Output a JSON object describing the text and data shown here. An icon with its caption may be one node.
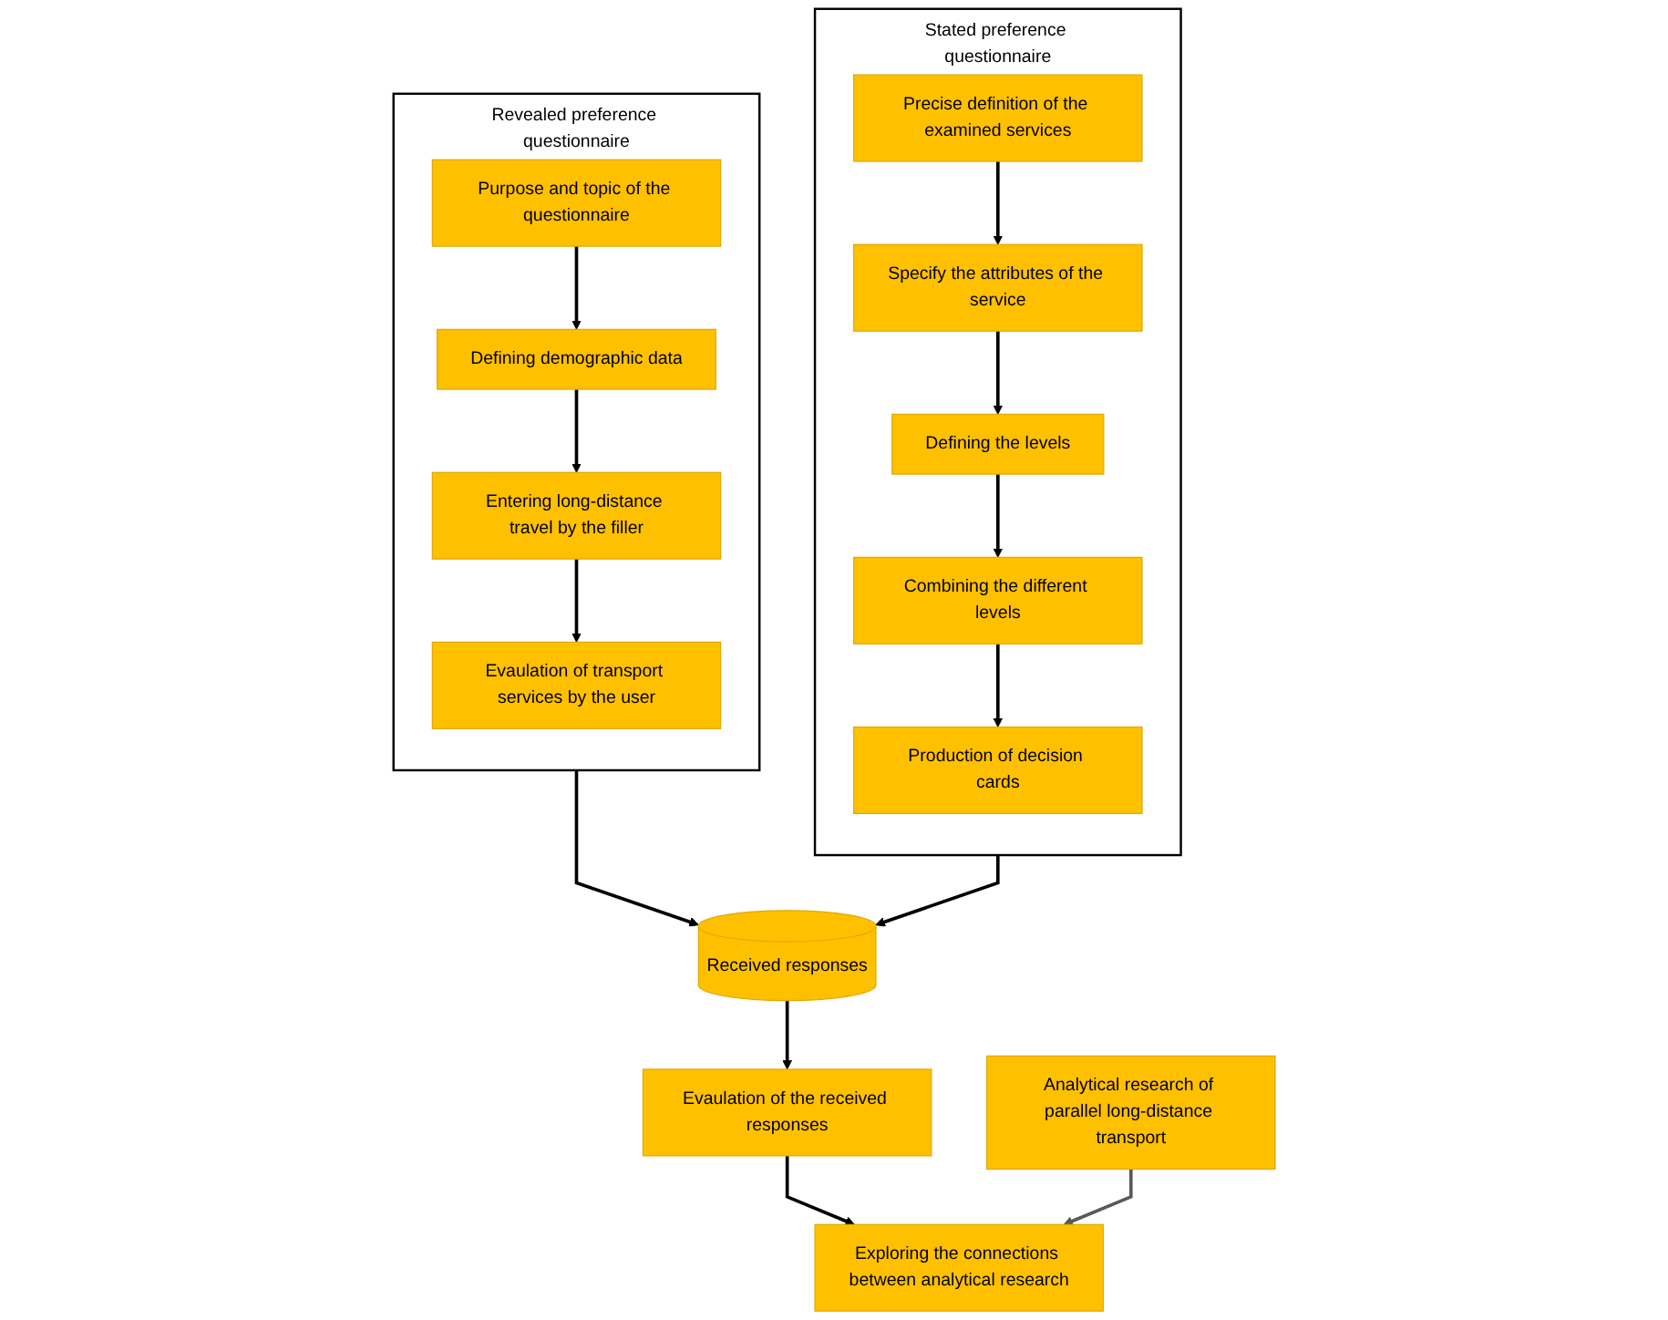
{
  "diagram": {
    "nodes": [
      {
        "text": [
          "Revealed preference questionnaire"
        ]
      },
      {
        "text": [
          "Purpose and topic of the questionnaire"
        ],
        "in": 0
      },
      {
        "text": [
          "Defining demographic data"
        ],
        "in": 0
      },
      {
        "text": [
          "Entering long-distance travel by the filler"
        ],
        "in": 0
      },
      {
        "text": [
          "Evaulation of transport services by the user"
        ],
        "in": 0
      },
      {
        "text": [
          "Stated preference questionnaire"
        ]
      },
      {
        "text": [
          "Precise definition of the examined services"
        ],
        "in": 5
      },
      {
        "text": [
          "Specify the attributes of the service"
        ],
        "in": 5
      },
      {
        "text": [
          "Defining the levels"
        ],
        "in": 5
      },
      {
        "text": [
          "Combining the different levels"
        ],
        "in": 5
      },
      {
        "text": [
          "Production of decision cards"
        ],
        "in": 5
      },
      {
        "text": [
          "Received responses"
        ]
      },
      {
        "text": [
          "Evaulation of the received responses"
        ]
      },
      {
        "text": [
          "Exploring the connections between analytical research"
        ]
      },
      {
        "text": [
          "Analytical research of parallel long-distance transport"
        ]
      }
    ],
    "edges": [
      {
        "from": 1,
        "to": 2,
        "arrow": "to"
      },
      {
        "from": 2,
        "to": 3,
        "arrow": "to"
      },
      {
        "from": 3,
        "to": 4,
        "arrow": "to"
      },
      {
        "from": 6,
        "to": 7,
        "arrow": "to"
      },
      {
        "from": 7,
        "to": 8,
        "arrow": "to"
      },
      {
        "from": 8,
        "to": 9,
        "arrow": "to"
      },
      {
        "from": 9,
        "to": 10,
        "arrow": "to"
      },
      {
        "from": 0,
        "to": 11,
        "arrow": "to"
      },
      {
        "from": 5,
        "to": 11,
        "arrow": "to"
      },
      {
        "from": 11,
        "to": 12,
        "arrow": "to"
      },
      {
        "from": 12,
        "to": 13,
        "arrow": "to"
      },
      {
        "from": 14,
        "to": 13,
        "arrow": "to",
        "color": "#595959"
      }
    ]
  }
}
